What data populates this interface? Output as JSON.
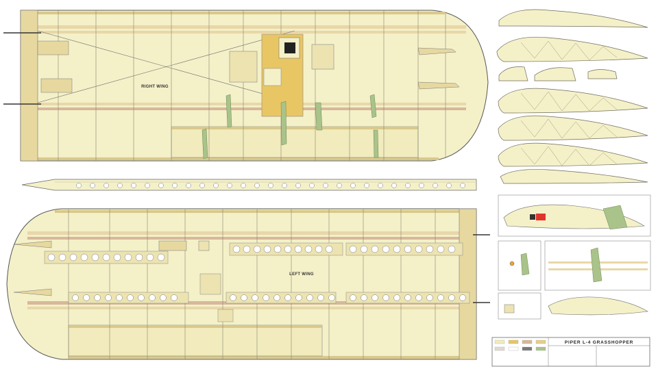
{
  "plan": {
    "right_wing_label": "RIGHT WING",
    "left_wing_label": "LEFT WING"
  },
  "title_block": {
    "title": "PIPER L-4 GRASSHOPPER"
  },
  "colors": {
    "balsa": "#f2edb8",
    "spar": "#d9c98a",
    "plywood": "#e9c664",
    "outline": "#6d6a5c",
    "green_parts": "#a9c38a",
    "brown_strip": "#d7b89a"
  }
}
